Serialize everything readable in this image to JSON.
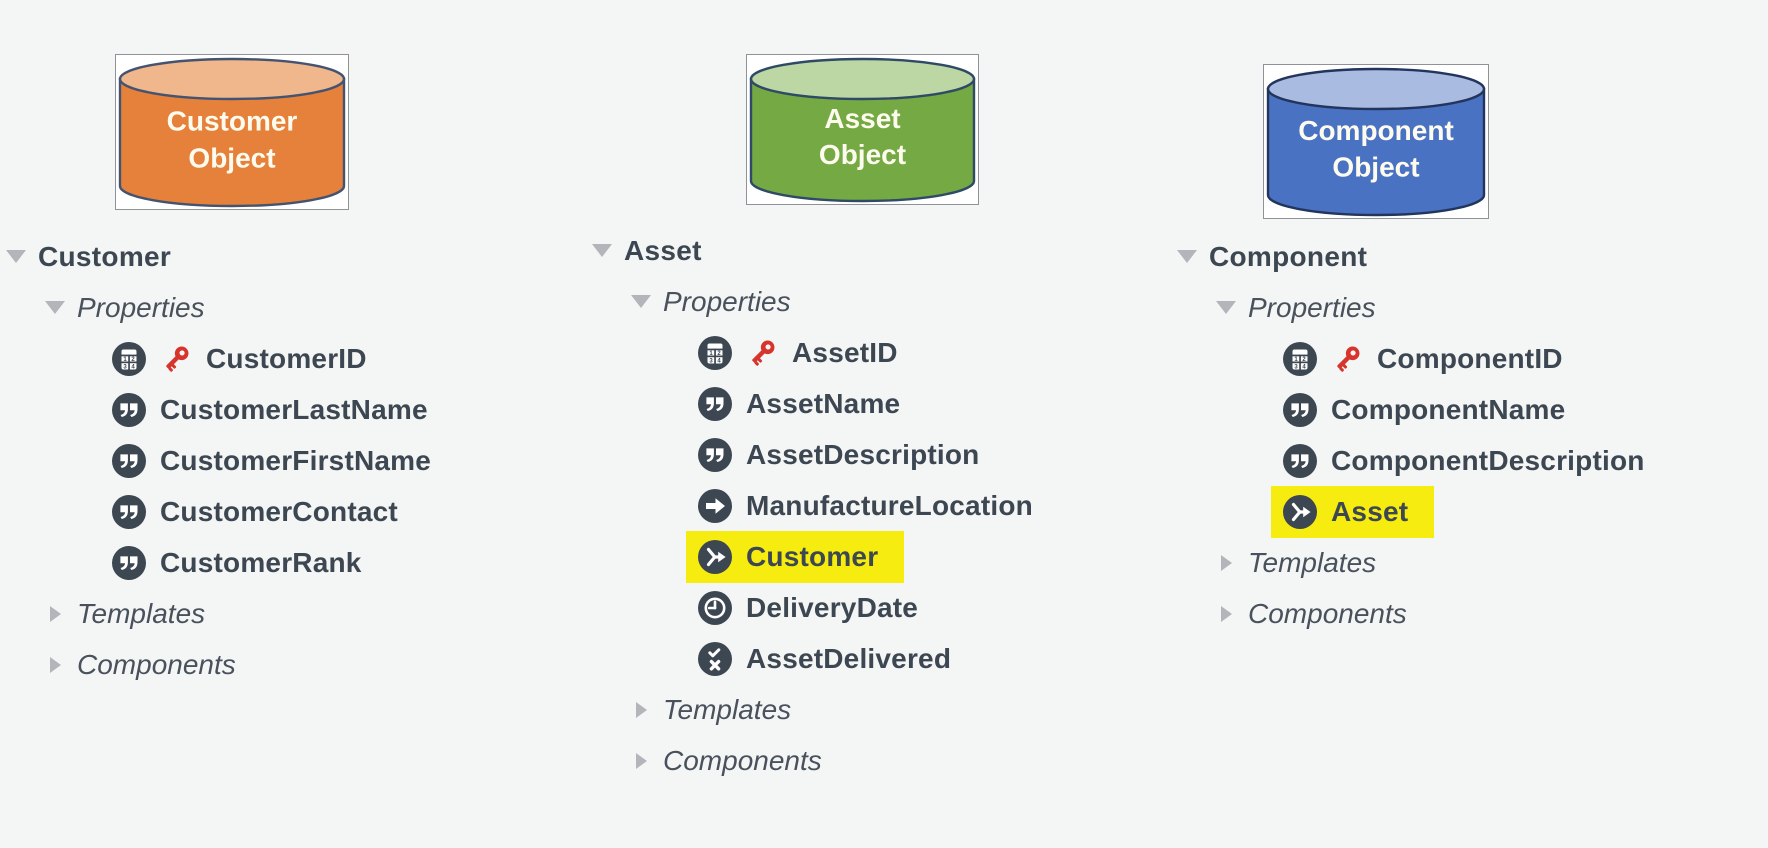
{
  "page": {
    "background_color": "#f4f5f5",
    "text_color": "#3d4752",
    "secondary_text_color": "#49525c",
    "highlight_color": "#f6ec0f",
    "icon_circle_color": "#3d4752",
    "key_color": "#d7342c",
    "expander_color": "#b2b6ba",
    "frame_border_color": "#8f9398"
  },
  "objects": [
    {
      "id": "customer",
      "cylinder": {
        "line1": "Customer",
        "line2": "Object",
        "body_color": "#E6813B",
        "top_color": "#F1B78C",
        "outline_color": "#44536F"
      },
      "root": "Customer",
      "sections": [
        {
          "label": "Properties",
          "expanded": true,
          "items": [
            {
              "label": "CustomerID",
              "type_icon": "number-icon",
              "key": true,
              "highlighted": false
            },
            {
              "label": "CustomerLastName",
              "type_icon": "text-icon",
              "key": false,
              "highlighted": false
            },
            {
              "label": "CustomerFirstName",
              "type_icon": "text-icon",
              "key": false,
              "highlighted": false
            },
            {
              "label": "CustomerContact",
              "type_icon": "text-icon",
              "key": false,
              "highlighted": false
            },
            {
              "label": "CustomerRank",
              "type_icon": "text-icon",
              "key": false,
              "highlighted": false
            }
          ]
        },
        {
          "label": "Templates",
          "expanded": false,
          "items": []
        },
        {
          "label": "Components",
          "expanded": false,
          "items": []
        }
      ]
    },
    {
      "id": "asset",
      "cylinder": {
        "line1": "Asset",
        "line2": "Object",
        "body_color": "#74A944",
        "top_color": "#BCD6A4",
        "outline_color": "#2F4A66"
      },
      "root": "Asset",
      "sections": [
        {
          "label": "Properties",
          "expanded": true,
          "items": [
            {
              "label": "AssetID",
              "type_icon": "number-icon",
              "key": true,
              "highlighted": false
            },
            {
              "label": "AssetName",
              "type_icon": "text-icon",
              "key": false,
              "highlighted": false
            },
            {
              "label": "AssetDescription",
              "type_icon": "text-icon",
              "key": false,
              "highlighted": false
            },
            {
              "label": "ManufactureLocation",
              "type_icon": "arrow-icon",
              "key": false,
              "highlighted": false
            },
            {
              "label": "Customer",
              "type_icon": "relationship-icon",
              "key": false,
              "highlighted": true
            },
            {
              "label": "DeliveryDate",
              "type_icon": "clock-icon",
              "key": false,
              "highlighted": false
            },
            {
              "label": "AssetDelivered",
              "type_icon": "boolean-icon",
              "key": false,
              "highlighted": false
            }
          ]
        },
        {
          "label": "Templates",
          "expanded": false,
          "items": []
        },
        {
          "label": "Components",
          "expanded": false,
          "items": []
        }
      ]
    },
    {
      "id": "component",
      "cylinder": {
        "line1": "Component",
        "line2": "Object",
        "body_color": "#4A72C2",
        "top_color": "#A9BBE0",
        "outline_color": "#23355C"
      },
      "root": "Component",
      "sections": [
        {
          "label": "Properties",
          "expanded": true,
          "items": [
            {
              "label": "ComponentID",
              "type_icon": "number-icon",
              "key": true,
              "highlighted": false
            },
            {
              "label": "ComponentName",
              "type_icon": "text-icon",
              "key": false,
              "highlighted": false
            },
            {
              "label": "ComponentDescription",
              "type_icon": "text-icon",
              "key": false,
              "highlighted": false
            },
            {
              "label": "Asset",
              "type_icon": "relationship-icon",
              "key": false,
              "highlighted": true
            }
          ]
        },
        {
          "label": "Templates",
          "expanded": false,
          "items": []
        },
        {
          "label": "Components",
          "expanded": false,
          "items": []
        }
      ]
    }
  ]
}
